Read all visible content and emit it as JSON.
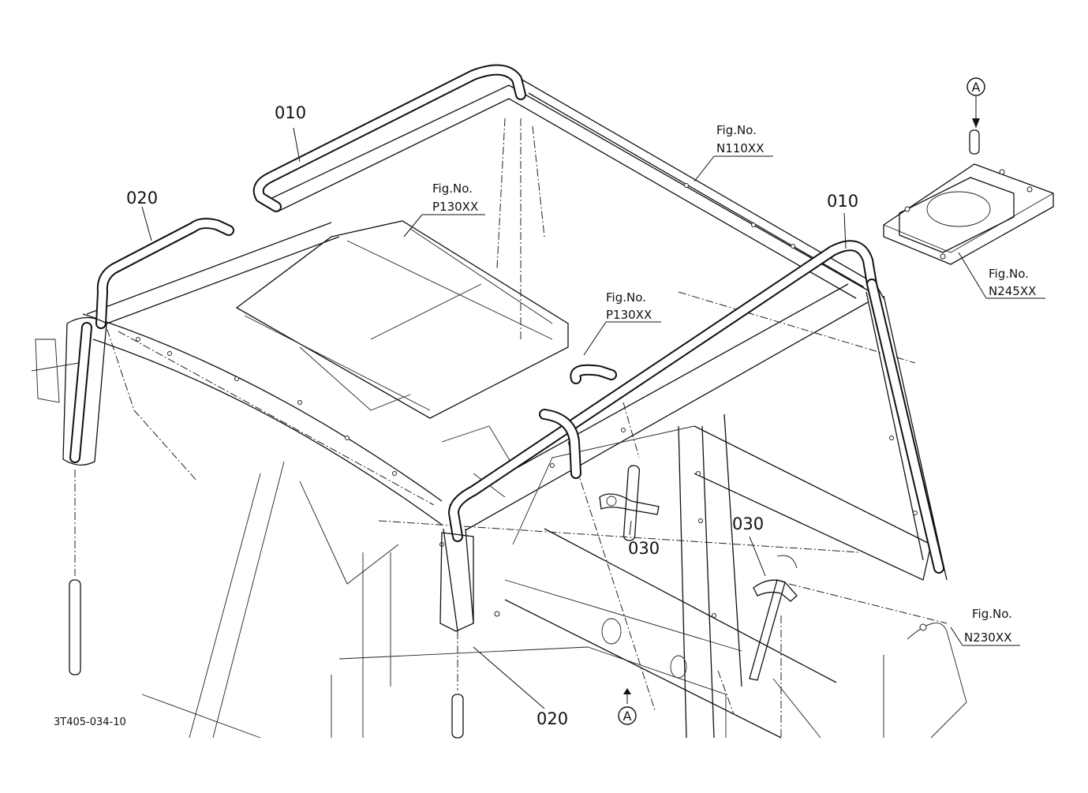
{
  "diagram": {
    "part_labels": {
      "roof_pipe_left": "010",
      "roof_pipe_right": "010",
      "side_pipe_left": "020",
      "side_pipe_front": "020",
      "clamp_center": "030",
      "clamp_right": "030"
    },
    "fig_refs": {
      "prefix": "Fig.No.",
      "n110": "N110XX",
      "p130_upper": "P130XX",
      "p130_lower": "P130XX",
      "n245": "N245XX",
      "n230": "N230XX"
    },
    "view_markers": {
      "detail": "A",
      "main": "A"
    },
    "document_id": "3T405-034-10"
  }
}
